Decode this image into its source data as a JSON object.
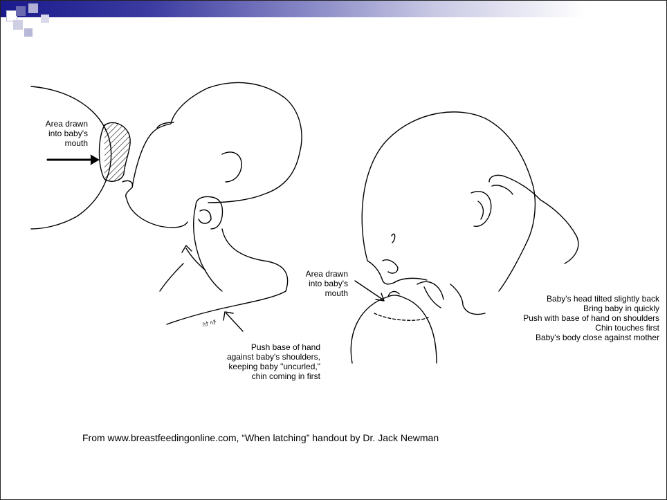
{
  "header": {
    "accent": "#1a1a8c"
  },
  "left_figure": {
    "area_label": "Area drawn\ninto baby's\nmouth",
    "push_instructions": "Push base of hand\nagainst baby's shoulders,\nkeeping baby \"uncurled,\"\nchin coming in first"
  },
  "right_figure": {
    "area_label": "Area drawn\ninto baby's\nmouth",
    "steps": [
      "Baby's head tilted slightly back",
      "Bring baby in quickly",
      "Push with base of hand on shoulders",
      "Chin touches first",
      "Baby's body close against mother"
    ]
  },
  "caption": "From www.breastfeedingonline.com, “When latching” handout by Dr. Jack Newman"
}
